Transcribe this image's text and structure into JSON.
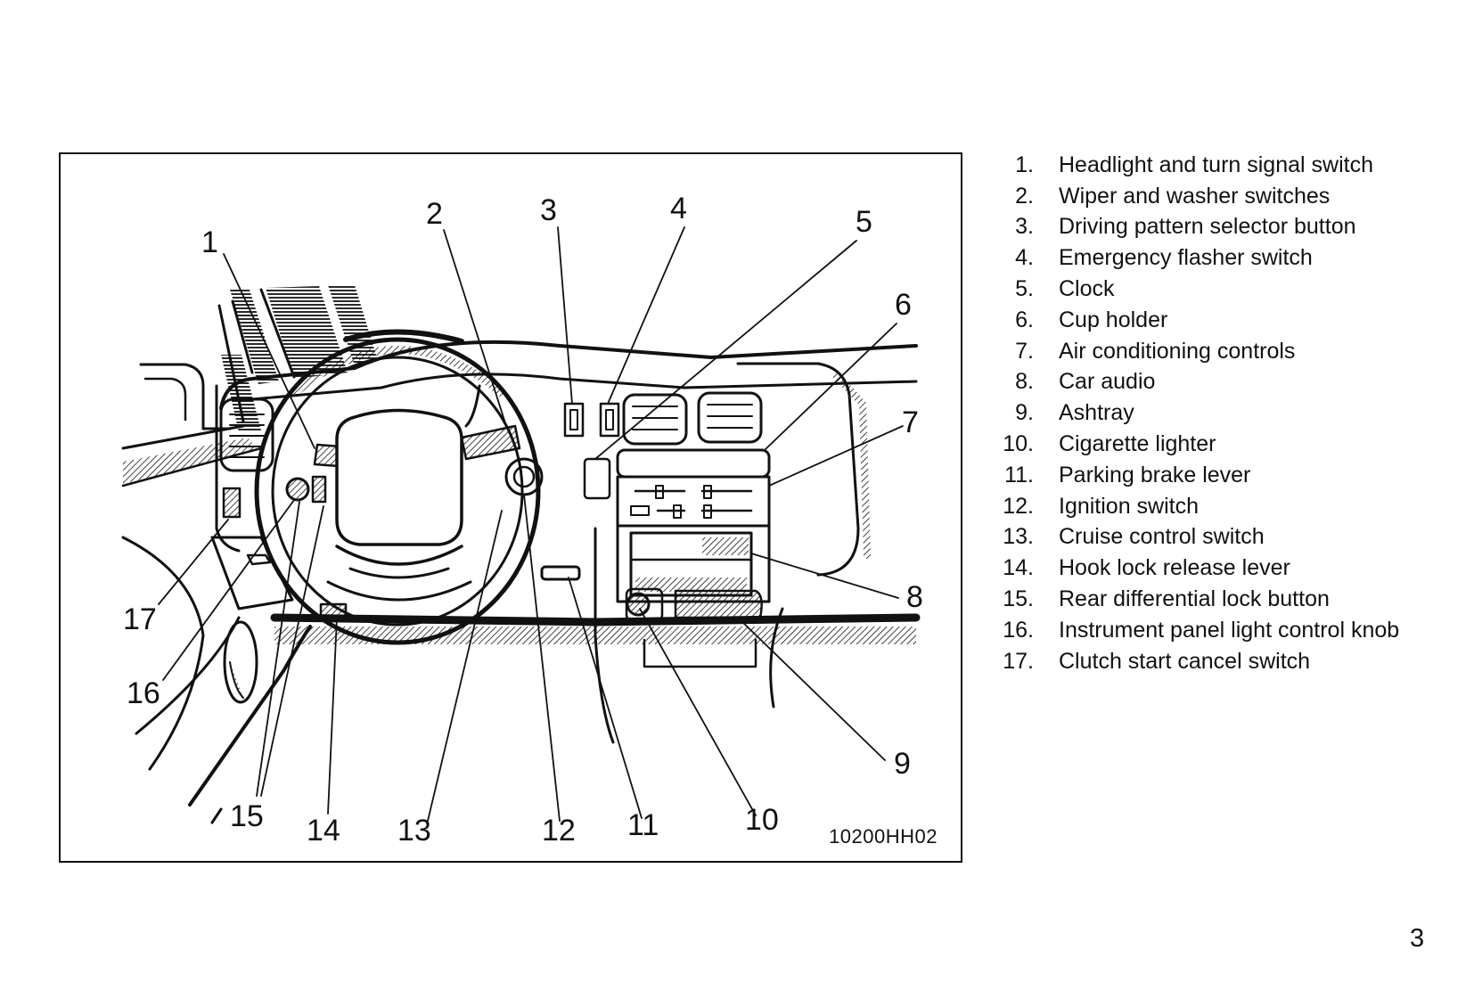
{
  "figure": {
    "code": "10200HH02",
    "callouts": [
      "1",
      "2",
      "3",
      "4",
      "5",
      "6",
      "7",
      "8",
      "9",
      "10",
      "11",
      "12",
      "13",
      "14",
      "15",
      "16",
      "17"
    ]
  },
  "legend": [
    {
      "num": "1.",
      "text": "Headlight and turn signal switch"
    },
    {
      "num": "2.",
      "text": "Wiper and washer switches"
    },
    {
      "num": "3.",
      "text": "Driving pattern selector button"
    },
    {
      "num": "4.",
      "text": "Emergency flasher switch"
    },
    {
      "num": "5.",
      "text": "Clock"
    },
    {
      "num": "6.",
      "text": "Cup holder"
    },
    {
      "num": "7.",
      "text": "Air conditioning controls"
    },
    {
      "num": "8.",
      "text": "Car audio"
    },
    {
      "num": "9.",
      "text": "Ashtray"
    },
    {
      "num": "10.",
      "text": "Cigarette lighter"
    },
    {
      "num": "11.",
      "text": "Parking brake lever"
    },
    {
      "num": "12.",
      "text": "Ignition switch"
    },
    {
      "num": "13.",
      "text": "Cruise control switch"
    },
    {
      "num": "14.",
      "text": "Hook lock release lever"
    },
    {
      "num": "15.",
      "text": "Rear differential lock button"
    },
    {
      "num": "16.",
      "text": "Instrument panel light control knob"
    },
    {
      "num": "17.",
      "text": "Clutch start cancel switch"
    }
  ],
  "page_number": "3"
}
